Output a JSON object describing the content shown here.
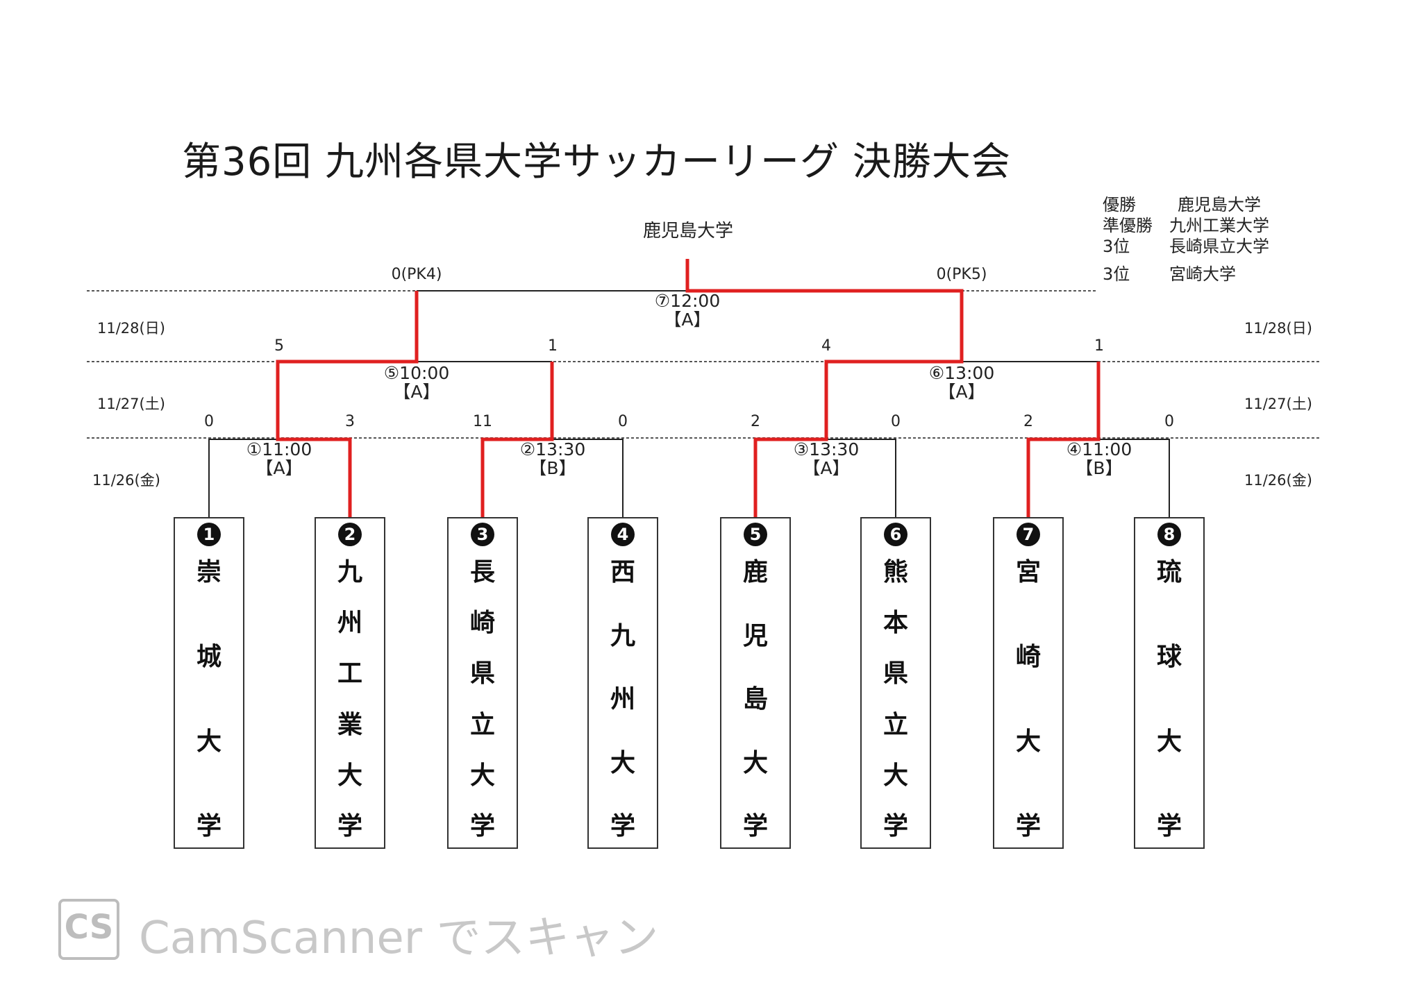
{
  "title": "第36回 九州各県大学サッカーリーグ 決勝大会",
  "champion_top": "鹿児島大学",
  "results": [
    {
      "label": "優勝",
      "team": "鹿児島大学"
    },
    {
      "label": "準優勝",
      "team": "九州工業大学"
    },
    {
      "label": "3位",
      "team": "長崎県立大学"
    },
    {
      "label": "3位",
      "team": "宮崎大学"
    }
  ],
  "dates": {
    "d1": "11/26(金)",
    "d2": "11/27(土)",
    "d3": "11/28(日)"
  },
  "teams": [
    {
      "num": "1",
      "name": "崇城大学"
    },
    {
      "num": "2",
      "name": "九州工業大学"
    },
    {
      "num": "3",
      "name": "長崎県立大学"
    },
    {
      "num": "4",
      "name": "西九州大学"
    },
    {
      "num": "5",
      "name": "鹿児島大学"
    },
    {
      "num": "6",
      "name": "熊本県立大学"
    },
    {
      "num": "7",
      "name": "宮崎大学"
    },
    {
      "num": "8",
      "name": "琉球大学"
    }
  ],
  "matches": [
    {
      "id": "m1",
      "time": "①11:00",
      "venue": "【A】",
      "score_left": "0",
      "score_right": "3"
    },
    {
      "id": "m2",
      "time": "②13:30",
      "venue": "【B】",
      "score_left": "11",
      "score_right": "0"
    },
    {
      "id": "m3",
      "time": "③13:30",
      "venue": "【A】",
      "score_left": "2",
      "score_right": "0"
    },
    {
      "id": "m4",
      "time": "④11:00",
      "venue": "【B】",
      "score_left": "2",
      "score_right": "0"
    },
    {
      "id": "m5",
      "time": "⑤10:00",
      "venue": "【A】",
      "score_left": "5",
      "score_right": "1"
    },
    {
      "id": "m6",
      "time": "⑥13:00",
      "venue": "【A】",
      "score_left": "4",
      "score_right": "1"
    },
    {
      "id": "m7",
      "time": "⑦12:00",
      "venue": "【A】",
      "score_left": "0(PK4)",
      "score_right": "0(PK5)"
    }
  ],
  "colors": {
    "winner_line": "#e02020",
    "line": "#222222",
    "dashed": "#555555"
  },
  "watermark": {
    "icon_text": "CS",
    "text": "CamScanner でスキャン"
  }
}
